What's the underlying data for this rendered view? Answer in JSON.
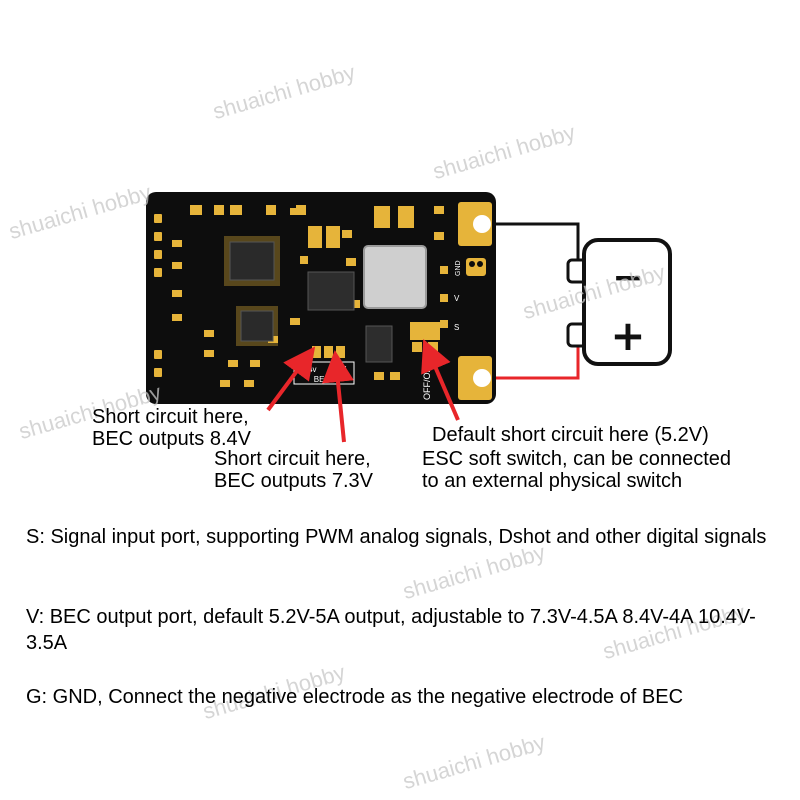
{
  "watermark": "shuaichi hobby",
  "pcb": {
    "bec_label": "BEC",
    "volt_a": "8.4v",
    "volt_b": "7.3V",
    "switch_label": "OFF/ON",
    "pin_g": "GND",
    "pin_v": "V",
    "pin_s": "S"
  },
  "battery": {
    "minus": "−",
    "plus": "+"
  },
  "callouts": {
    "c1_line1": "Short circuit here,",
    "c1_line2": "BEC outputs 8.4V",
    "c2_line1": "Short circuit here,",
    "c2_line2": "BEC outputs 7.3V",
    "c3_line1": "Default short circuit here (5.2V)",
    "c3_line2": "ESC soft switch, can be connected",
    "c3_line3": "to an external physical switch"
  },
  "descriptions": {
    "s": "S: Signal input port, supporting PWM analog signals, Dshot and other digital signals",
    "v": "V: BEC output port, default 5.2V-5A output, adjustable to 7.3V-4.5A 8.4V-4A 10.4V-3.5A",
    "g": "G: GND, Connect the negative electrode as the negative electrode of BEC"
  },
  "colors": {
    "pcb": "#0d0d0d",
    "pad": "#e6b43a",
    "arrow": "#e8262a",
    "wire_pos": "#e8262a",
    "wire_neg": "#111111"
  }
}
